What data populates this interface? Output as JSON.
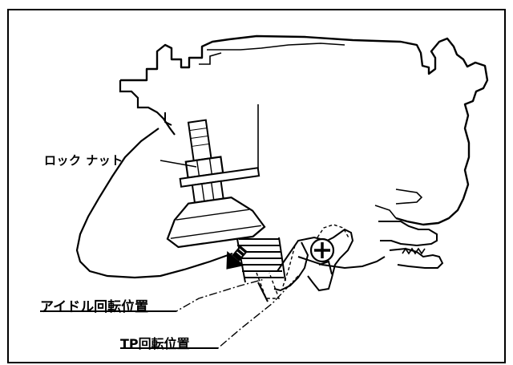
{
  "labels": {
    "lock_nut": "ロック ナット",
    "idle_position": "アイドル回転位置",
    "tp_position": "TP回転位置"
  },
  "colors": {
    "ink": "#000000",
    "paper": "#ffffff"
  },
  "icons": {
    "arrow": "downward-arrow-icon"
  }
}
